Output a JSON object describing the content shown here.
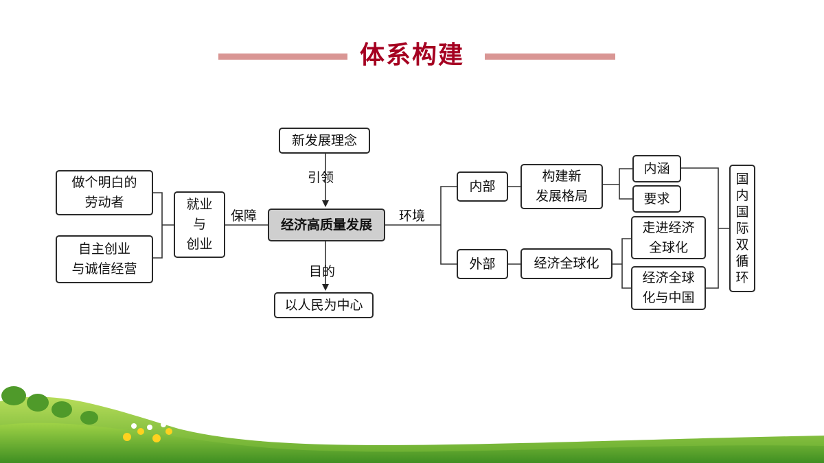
{
  "title": "体系构建",
  "nodes": {
    "center": "经济高质量发展",
    "top": "新发展理念",
    "bottom": "以人民为中心",
    "left_mid": [
      "就业",
      "与",
      "创业"
    ],
    "left_top": [
      "做个明白的",
      "劳动者"
    ],
    "left_bottom": [
      "自主创业",
      "与诚信经营"
    ],
    "inner": "内部",
    "outer": "外部",
    "build": [
      "构建新",
      "发展格局"
    ],
    "global": "经济全球化",
    "connotation": "内涵",
    "requirement": "要求",
    "enter_global": [
      "走进经济",
      "全球化"
    ],
    "global_china": [
      "经济全球",
      "化与中国"
    ],
    "dual_cycle": [
      "国",
      "内",
      "国",
      "际",
      "双",
      "循",
      "环"
    ]
  },
  "labels": {
    "lead": "引领",
    "purpose": "目的",
    "guarantee": "保障",
    "environment": "环境"
  },
  "colors": {
    "title": "#a50021",
    "title_line": "#d99694",
    "center_fill": "#cfcfcf",
    "grass": "#8cc63f"
  }
}
